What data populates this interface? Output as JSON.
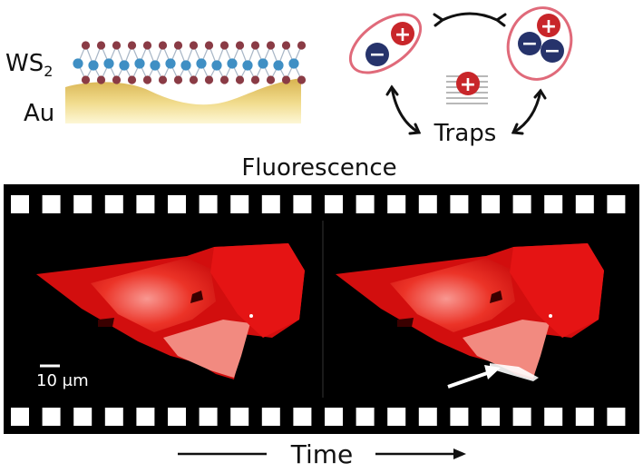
{
  "labels": {
    "ws2_main": "WS",
    "ws2_sub": "2",
    "au": "Au",
    "traps": "Traps",
    "fluorescence": "Fluorescence",
    "scalebar": "10 μm",
    "time": "Time"
  },
  "charges": {
    "plus": "+",
    "minus": "−"
  },
  "colors": {
    "sulfur": "#8a3b45",
    "tungsten": "#3f8fc4",
    "gold_light": "#fbf3c2",
    "gold_dark": "#d8b24e",
    "positive": "#c8262a",
    "negative": "#26336b",
    "outline": "#e06a7a",
    "flake": "#e81010",
    "film": "#000000"
  }
}
